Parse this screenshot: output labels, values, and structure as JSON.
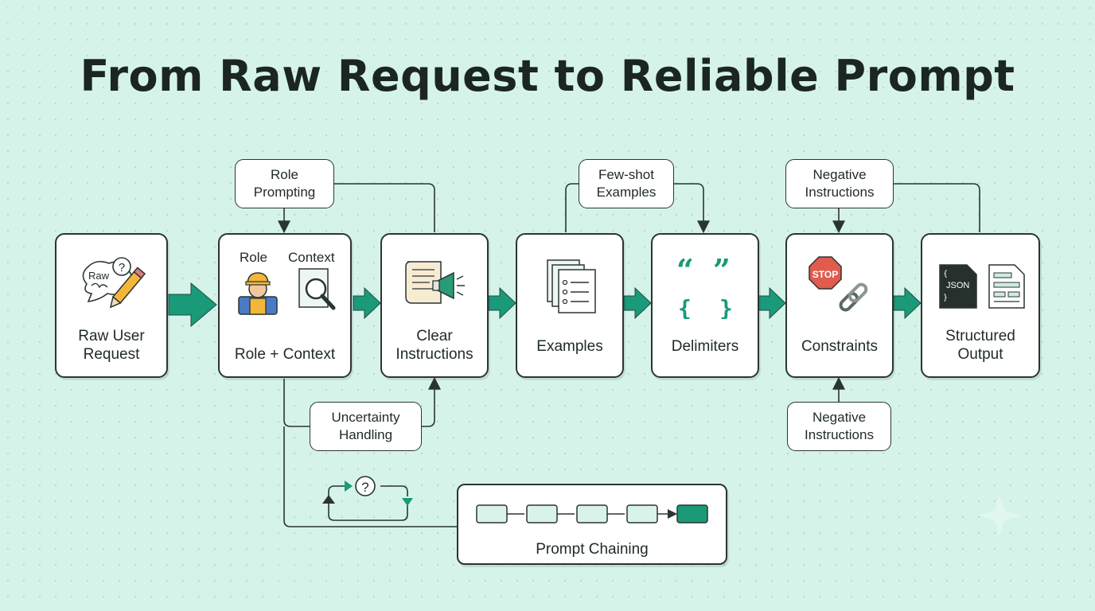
{
  "title": "From Raw Request to Reliable Prompt",
  "steps": {
    "raw": {
      "line1": "Raw User",
      "line2": "Request",
      "icon_text": "Raw"
    },
    "role_context": {
      "label": "Role + Context",
      "role_caption": "Role",
      "context_caption": "Context"
    },
    "clear": {
      "line1": "Clear",
      "line2": "Instructions"
    },
    "examples": {
      "label": "Examples"
    },
    "delimiters": {
      "label": "Delimiters"
    },
    "constraints": {
      "label": "Constraints",
      "stop_text": "STOP"
    },
    "output": {
      "line1": "Structured",
      "line2": "Output",
      "json_text": "JSON"
    }
  },
  "annotations": {
    "role_prompting": {
      "line1": "Role",
      "line2": "Prompting"
    },
    "few_shot": {
      "line1": "Few-shot",
      "line2": "Examples"
    },
    "negative_top": {
      "line1": "Negative",
      "line2": "Instructions"
    },
    "negative_bottom": {
      "line1": "Negative",
      "line2": "Instructions"
    },
    "uncertainty": {
      "line1": "Uncertainty",
      "line2": "Handling"
    },
    "chaining": {
      "label": "Prompt Chaining"
    }
  },
  "colors": {
    "accent": "#1a9a78",
    "background": "#d6f3ea",
    "stroke": "#2a3532"
  }
}
